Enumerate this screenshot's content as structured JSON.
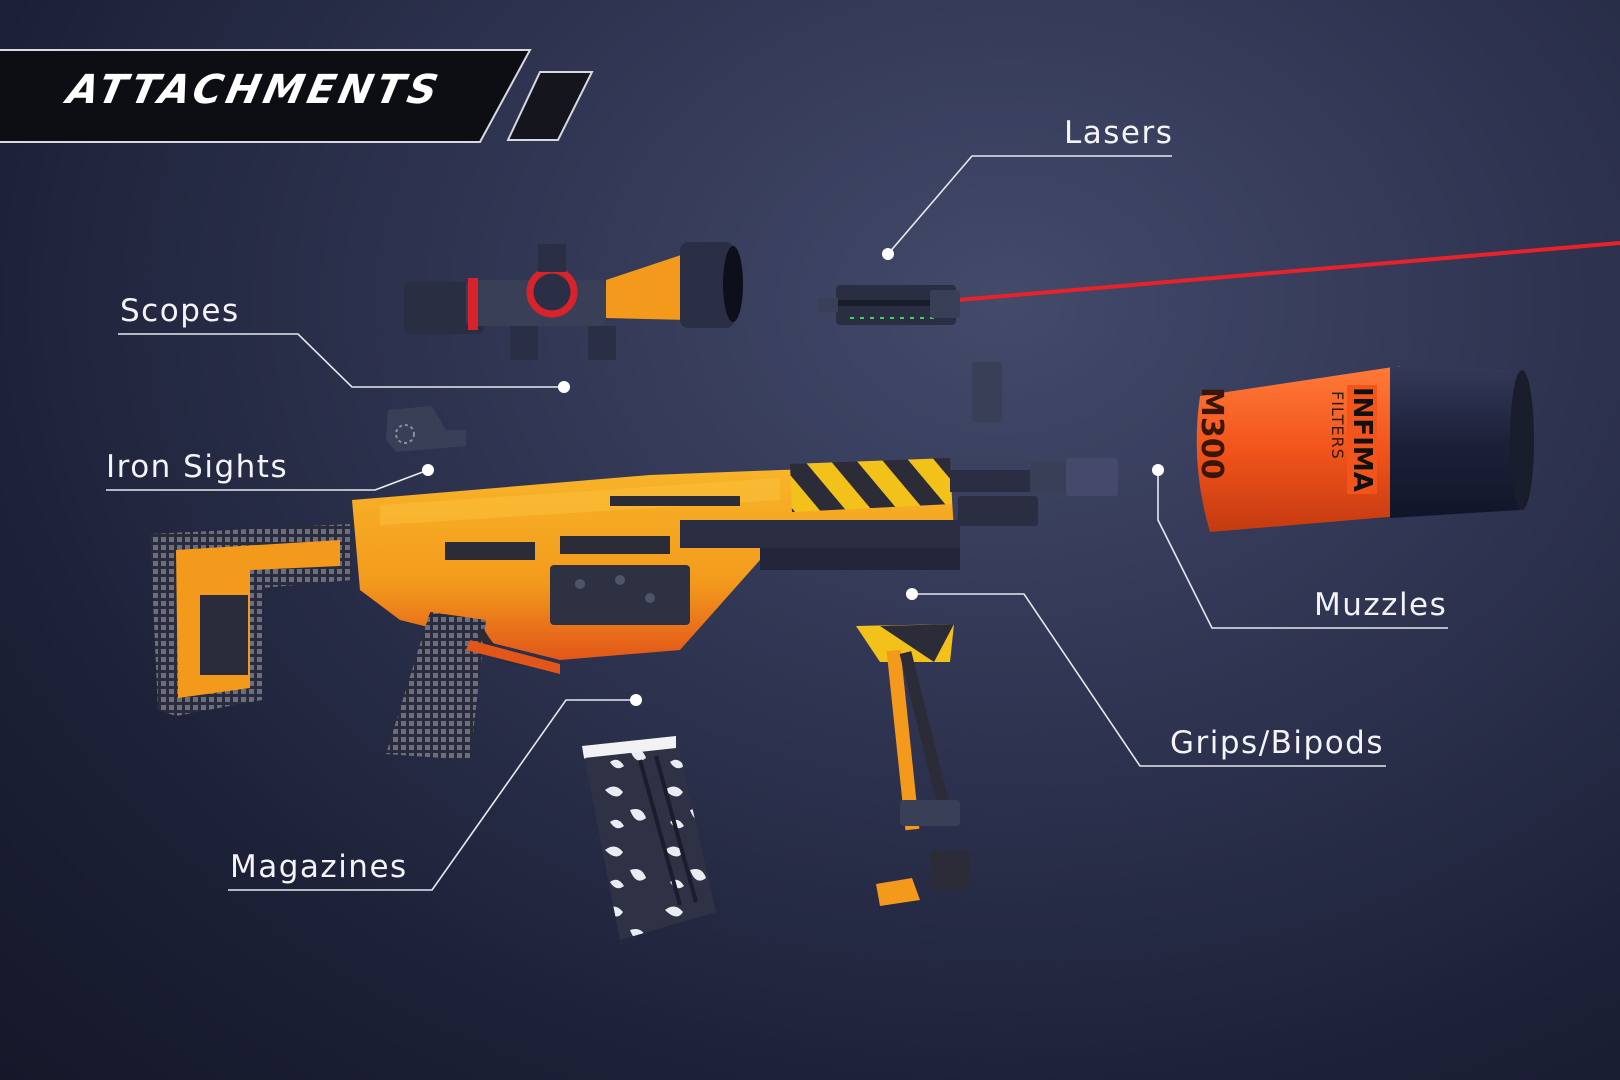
{
  "banner": {
    "title": "ATTACHMENTS"
  },
  "callouts": {
    "lasers": "Lasers",
    "scopes": "Scopes",
    "iron_sights": "Iron Sights",
    "muzzles": "Muzzles",
    "grips_bipods": "Grips/Bipods",
    "magazines": "Magazines"
  },
  "muzzle_item": {
    "brand": "INFIMA",
    "brand_sub": "FILTERS",
    "model": "M300"
  },
  "colors": {
    "accent_orange": "#f39a1c",
    "filter_orange": "#f2541b",
    "laser_red": "#e8222a",
    "hazard_yellow": "#f2c21a",
    "background": "#262a42"
  }
}
